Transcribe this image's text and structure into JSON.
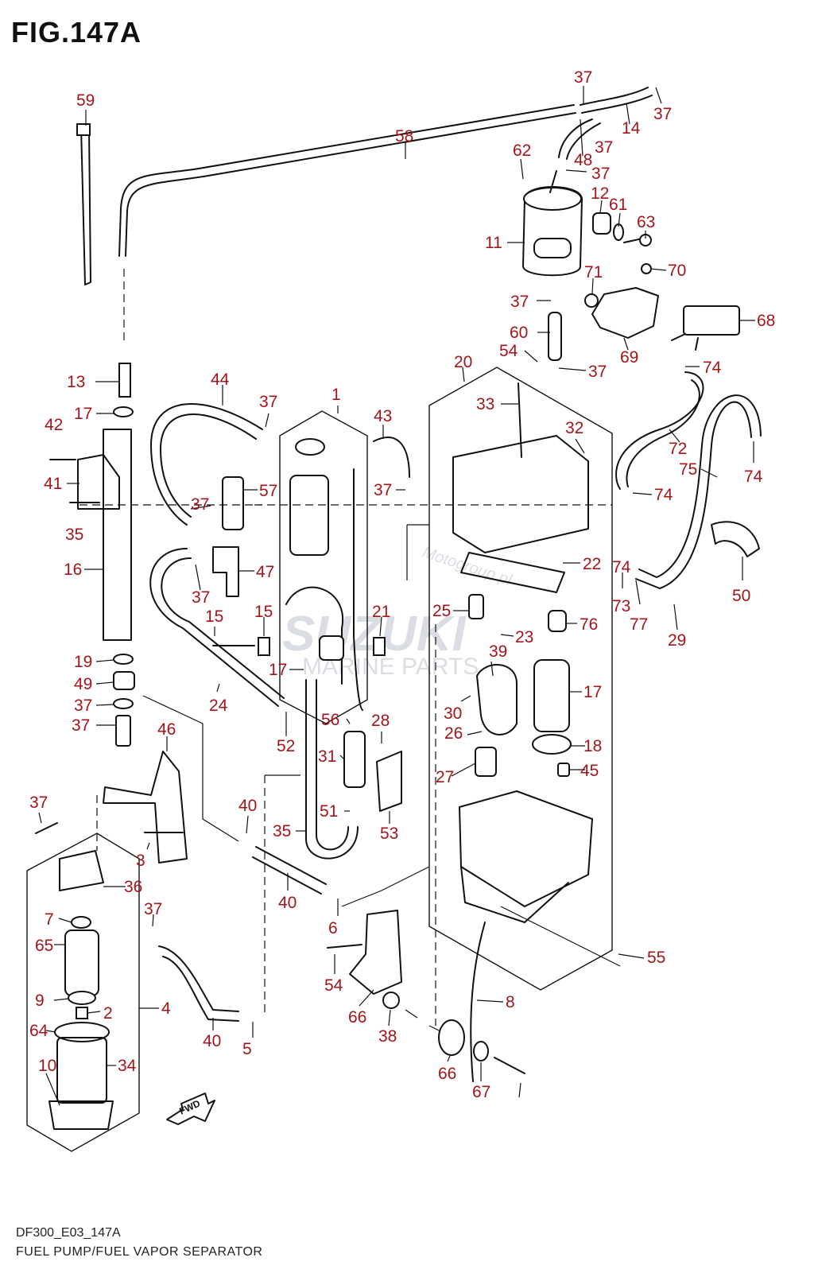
{
  "figure": {
    "title": "FIG.147A",
    "code": "DF300_E03_147A",
    "caption": "FUEL PUMP/FUEL VAPOR SEPARATOR"
  },
  "watermark": {
    "brand": "SUZUKI",
    "line2": "MARINE PARTS",
    "line3": "Motogroup.pl"
  },
  "fwd_label": "FWD",
  "colors": {
    "callout": "#a3151b",
    "line": "#111111"
  },
  "callouts": [
    "59",
    "58",
    "37",
    "37",
    "14",
    "48",
    "37",
    "62",
    "37",
    "12",
    "61",
    "63",
    "11",
    "70",
    "71",
    "37",
    "68",
    "60",
    "69",
    "54",
    "37",
    "74",
    "20",
    "13",
    "17",
    "44",
    "37",
    "1",
    "43",
    "33",
    "32",
    "42",
    "72",
    "75",
    "74",
    "41",
    "37",
    "57",
    "37",
    "74",
    "35",
    "16",
    "47",
    "37",
    "22",
    "74",
    "73",
    "77",
    "50",
    "15",
    "15",
    "21",
    "25",
    "76",
    "29",
    "23",
    "39",
    "17",
    "19",
    "49",
    "24",
    "17",
    "37",
    "56",
    "28",
    "30",
    "26",
    "18",
    "37",
    "52",
    "31",
    "27",
    "45",
    "46",
    "37",
    "40",
    "51",
    "53",
    "35",
    "3",
    "36",
    "40",
    "37",
    "6",
    "7",
    "65",
    "54",
    "55",
    "8",
    "9",
    "2",
    "4",
    "64",
    "66",
    "38",
    "40",
    "5",
    "10",
    "34",
    "66",
    "67"
  ]
}
